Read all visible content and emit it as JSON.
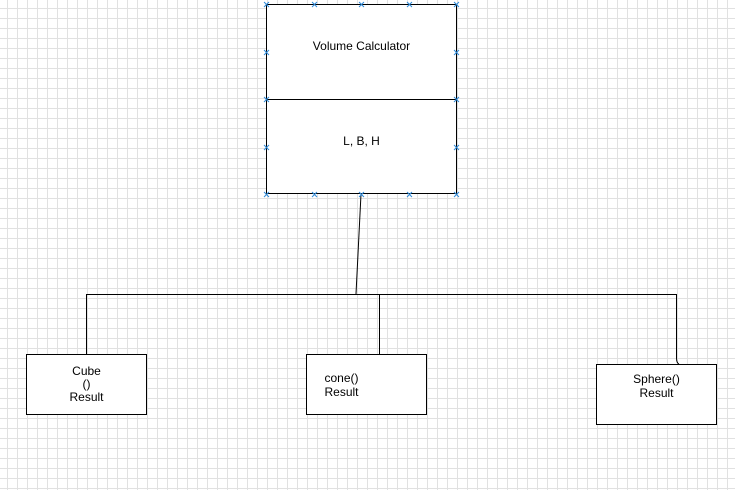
{
  "diagram": {
    "header_box": {
      "title": "Volume Calculator",
      "params": "L, B, H"
    },
    "children": [
      {
        "lines": [
          "Cube",
          "()",
          "Result"
        ]
      },
      {
        "lines": [
          "cone()",
          "Result"
        ]
      },
      {
        "lines": [
          "Sphere()",
          "Result"
        ]
      }
    ],
    "colors": {
      "stroke": "#000000",
      "selection_handle": "#2f8ad8",
      "grid": "#e1e1e1"
    }
  }
}
